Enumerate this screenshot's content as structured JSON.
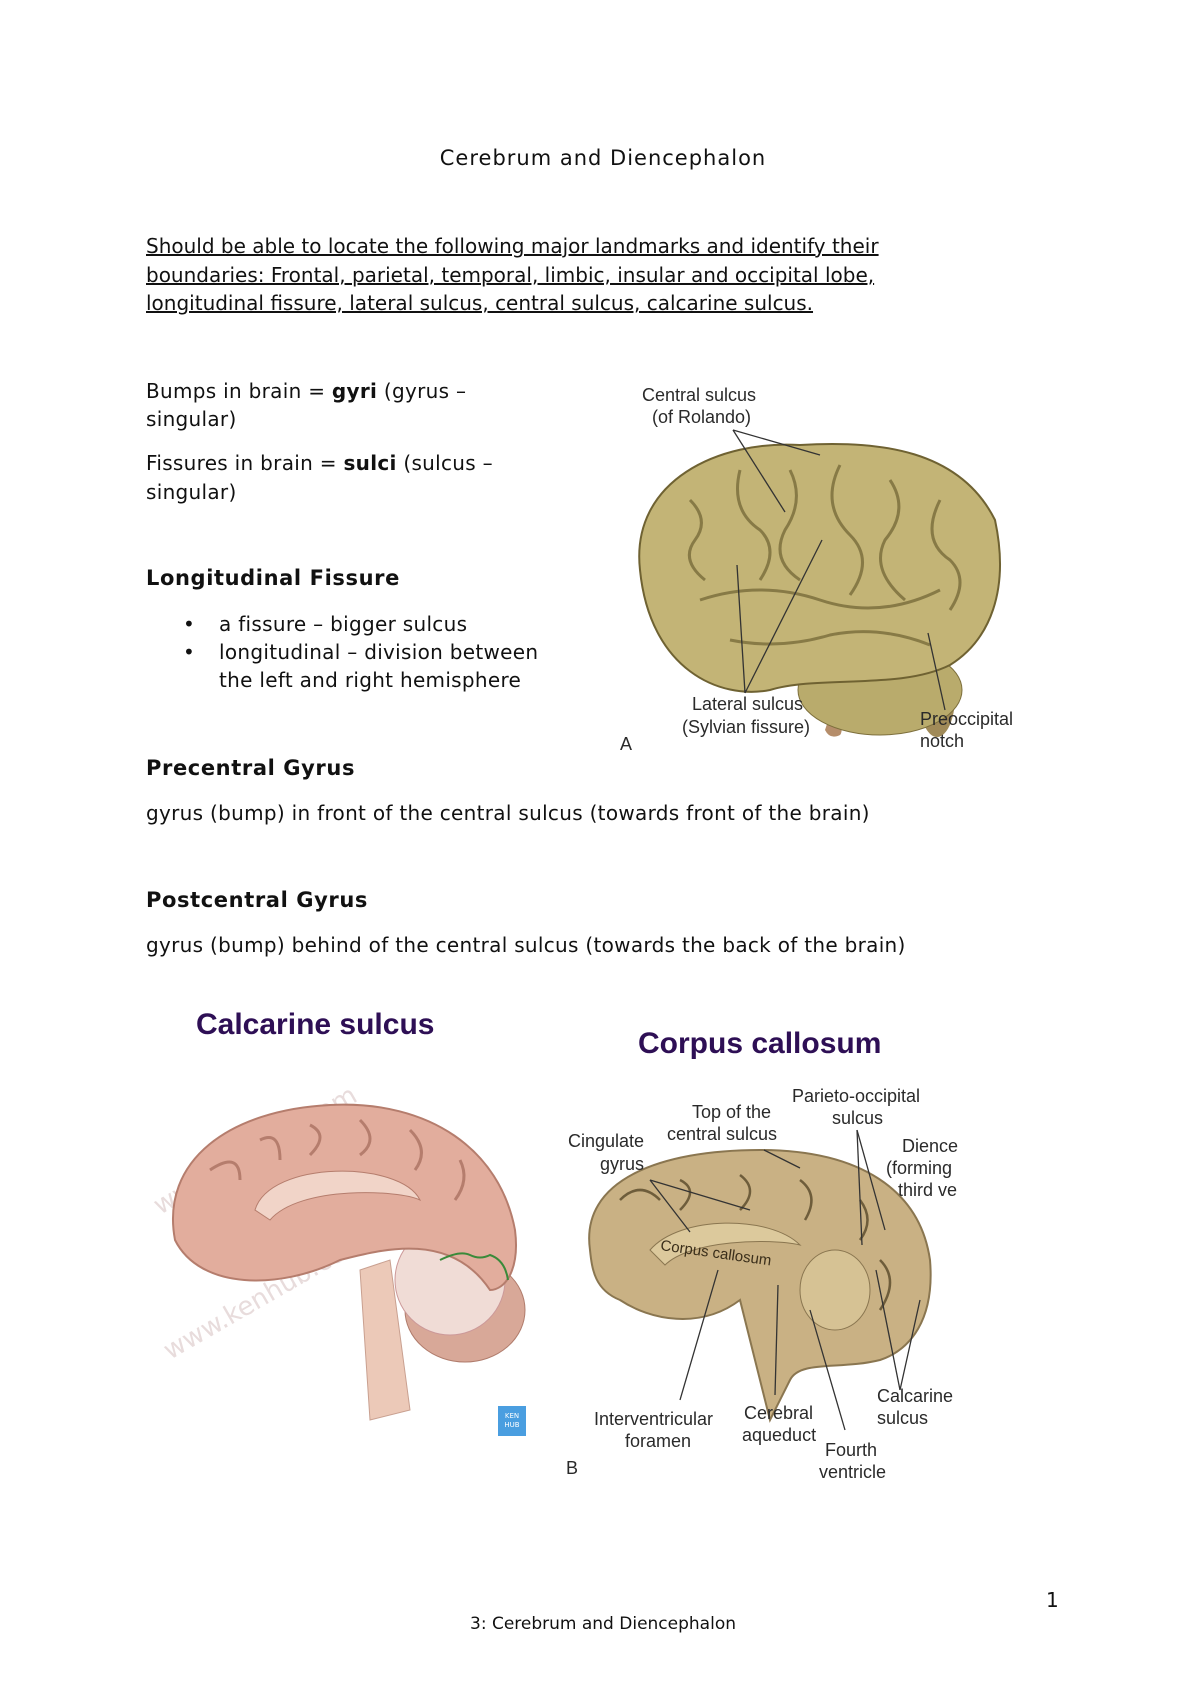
{
  "title": "Cerebrum and Diencephalon",
  "objectives": [
    "Should be able to locate the following major landmarks and identify their",
    "boundaries: Frontal, parietal, temporal, limbic, insular and occipital lobe,",
    "longitudinal fissure, lateral sulcus, central sulcus, calcarine sulcus."
  ],
  "gyri": {
    "pre": "Bumps in brain = ",
    "bold": "gyri",
    "post": " (gyrus –",
    "line2": "singular)"
  },
  "sulci": {
    "pre": "Fissures in brain = ",
    "bold": "sulci",
    "post": " (sulcus –",
    "line2": "singular)"
  },
  "longitudinal": {
    "heading": "Longitudinal Fissure",
    "bullets": [
      "a fissure – bigger sulcus",
      "longitudinal – division between",
      "the left and right hemisphere"
    ]
  },
  "precentral": {
    "heading": "Precentral Gyrus",
    "text": "gyrus (bump) in front of the central sulcus (towards front of the brain)"
  },
  "postcentral": {
    "heading": "Postcentral Gyrus",
    "text": "gyrus (bump) behind of the central sulcus (towards the back of the brain)"
  },
  "figure_a": {
    "labels": [
      "Central sulcus",
      "(of Rolando)",
      "Lateral sulcus",
      "(Sylvian fissure)",
      "Preoccipital",
      "notch"
    ],
    "letter": "A"
  },
  "figure_calcarine": {
    "title": "Calcarine sulcus",
    "logo": "KEN HUB",
    "watermark": "www.kenhub.com"
  },
  "figure_b": {
    "title": "Corpus callosum",
    "inner": "Corpus callosum",
    "labels": [
      "Cingulate",
      "gyrus",
      "Top of the",
      "central sulcus",
      "Parieto-occipital",
      "sulcus",
      "Dience",
      "(forming",
      "third ve",
      "Interventricular",
      "foramen",
      "Cerebral",
      "aqueduct",
      "Fourth",
      "ventricle",
      "Calcarine",
      "sulcus"
    ],
    "letter": "B"
  },
  "footer": {
    "page_number": "1",
    "text": "3: Cerebrum and Diencephalon"
  }
}
